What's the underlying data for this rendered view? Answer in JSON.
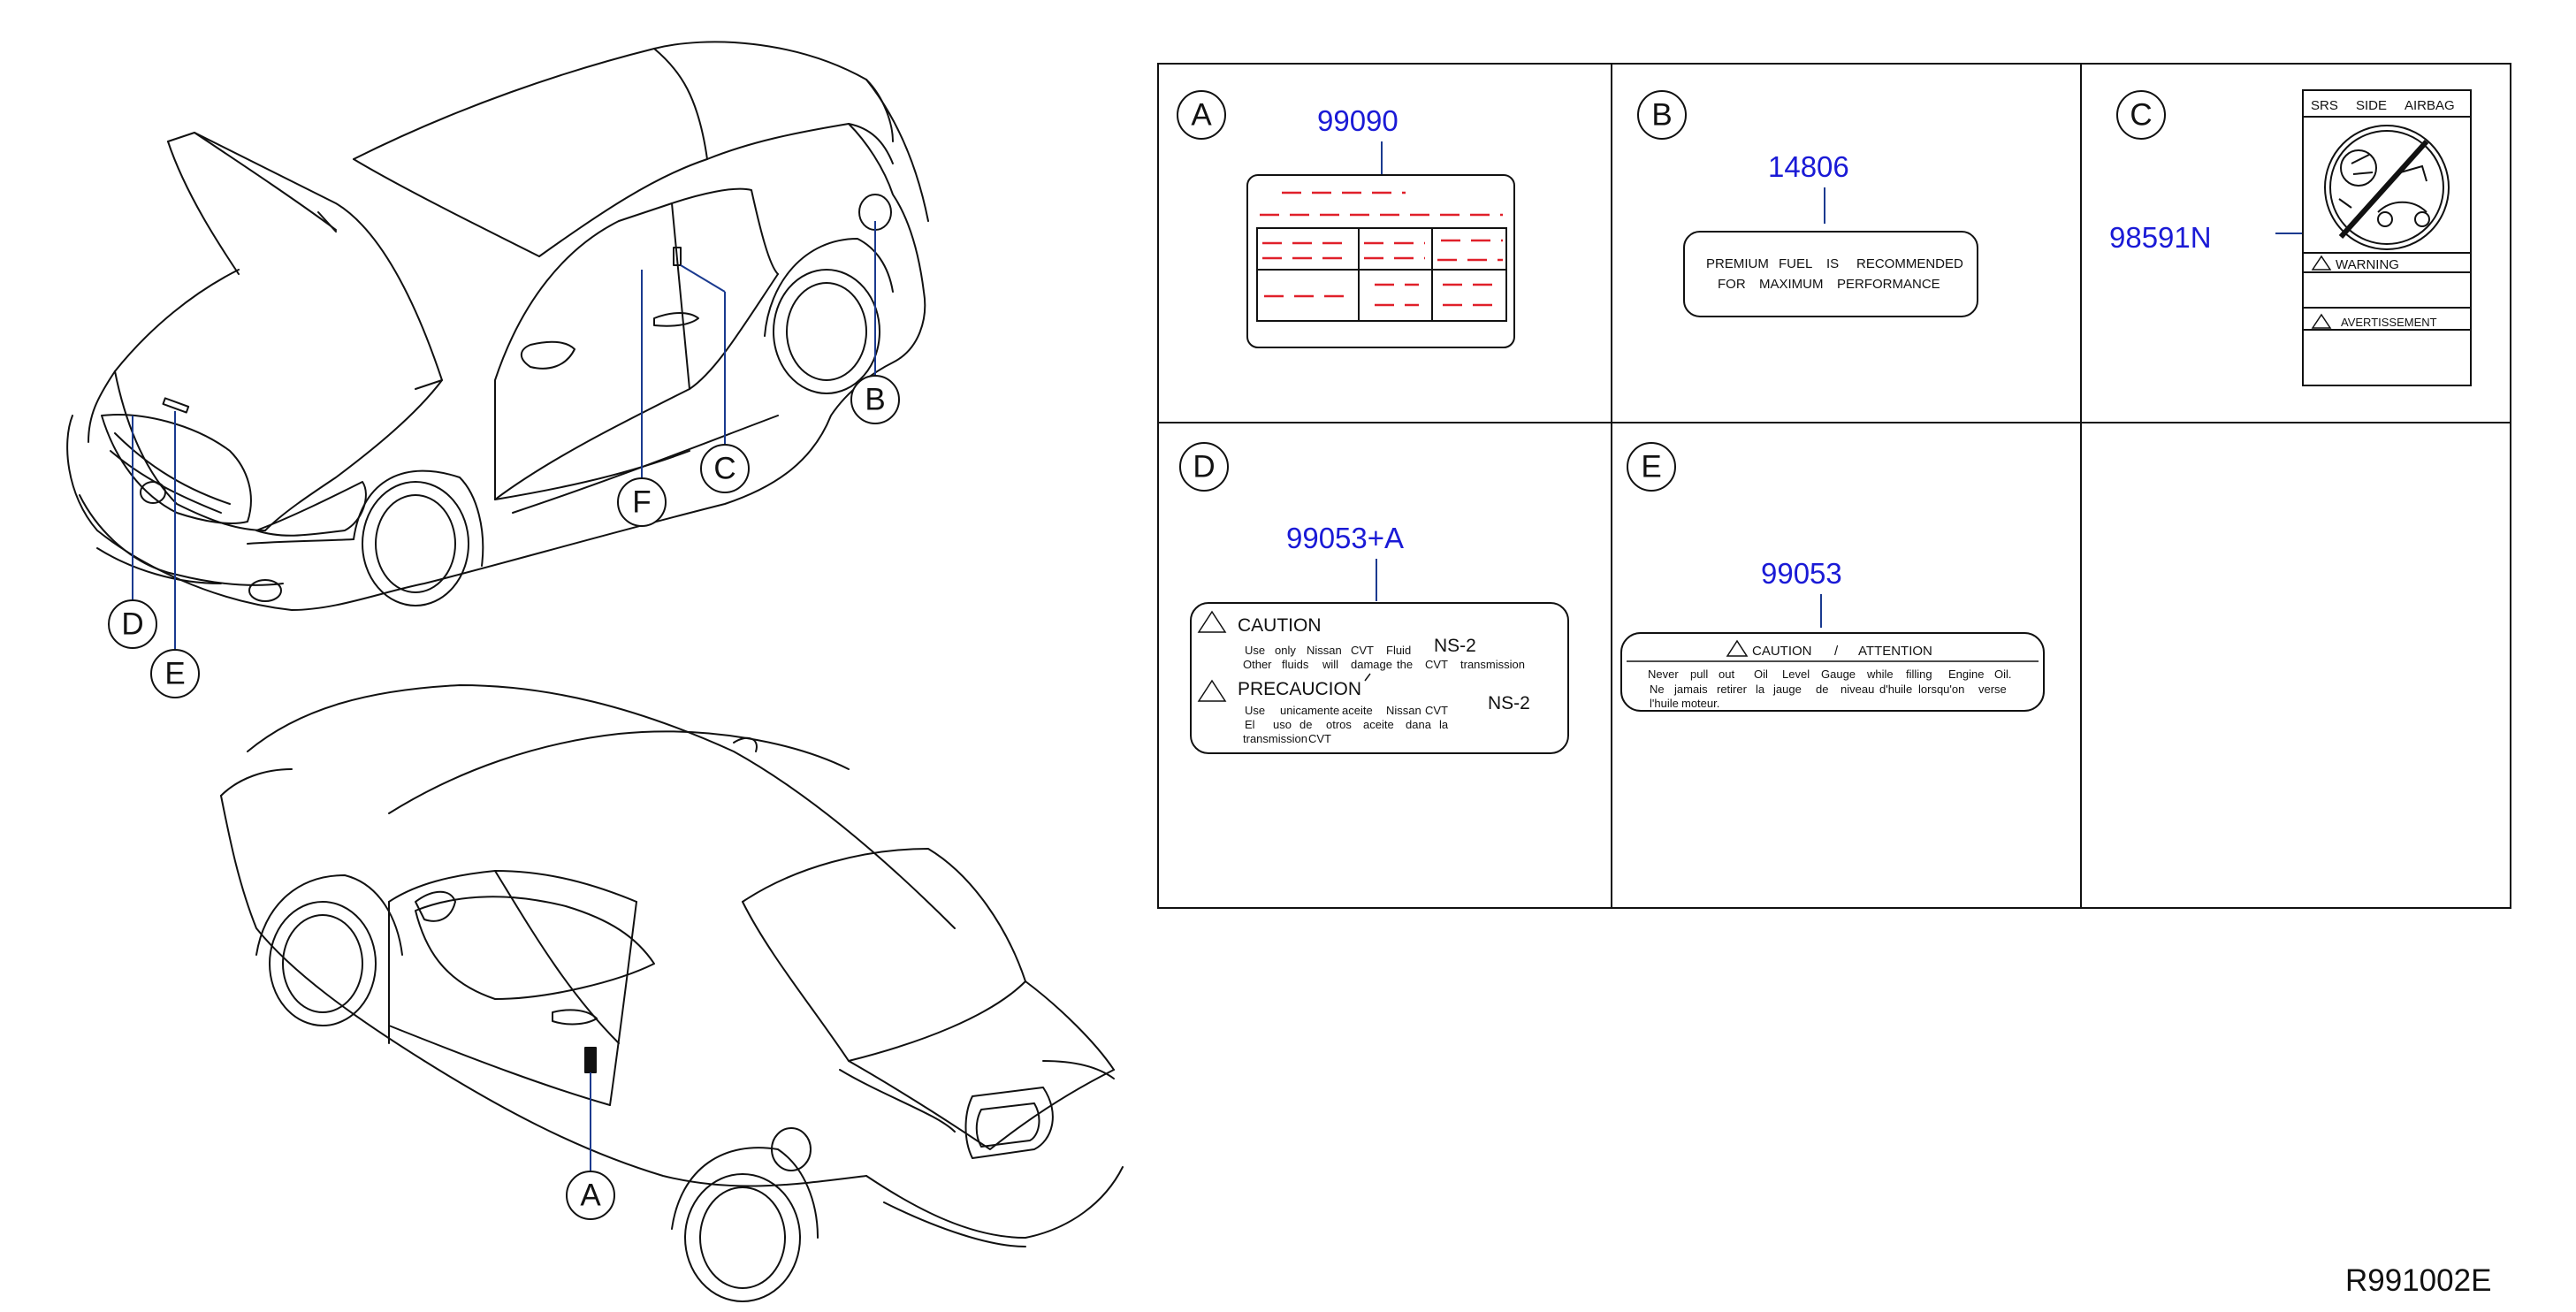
{
  "diagram_code": "R991002E",
  "car_callouts": [
    "A",
    "B",
    "C",
    "D",
    "E",
    "F"
  ],
  "panels": {
    "A": {
      "letter": "A",
      "part_number": "99090"
    },
    "B": {
      "letter": "B",
      "part_number": "14806",
      "line1": [
        "PREMIUM",
        "FUEL",
        "IS",
        "RECOMMENDED"
      ],
      "line2": [
        "FOR",
        "MAXIMUM",
        "PERFORMANCE"
      ]
    },
    "C": {
      "letter": "C",
      "part_number": "98591N",
      "header": [
        "SRS",
        "SIDE",
        "AIRBAG"
      ],
      "warning": "WARNING",
      "avertissement": "AVERTISSEMENT"
    },
    "D": {
      "letter": "D",
      "part_number": "99053+A",
      "caution": "CAUTION",
      "caution_line1": [
        "Use",
        "only",
        "Nissan",
        "CVT",
        "Fluid"
      ],
      "caution_line2": [
        "Other",
        "fluids",
        "will",
        "damage",
        "the",
        "CVT",
        "transmission"
      ],
      "ns_top": "NS-2",
      "precaucion": "PRECAUCION",
      "prec_line1": [
        "Use",
        "unicamente",
        "aceite",
        "Nissan",
        "CVT"
      ],
      "prec_line2": [
        "El",
        "uso",
        "de",
        "otros",
        "aceite",
        "dana",
        "la"
      ],
      "prec_line3": [
        "transmission",
        "CVT"
      ],
      "ns_bottom": "NS-2"
    },
    "E": {
      "letter": "E",
      "part_number": "99053",
      "title_left": "CAUTION",
      "title_sep": "/",
      "title_right": "ATTENTION",
      "line1": [
        "Never",
        "pull",
        "out",
        "Oil",
        "Level",
        "Gauge",
        "while",
        "filling",
        "Engine",
        "Oil."
      ],
      "line2": [
        "Ne",
        "jamais",
        "retirer",
        "la",
        "jauge",
        "de",
        "niveau",
        "d'huile",
        "lorsqu'on",
        "verse"
      ],
      "line3": [
        "l'huile",
        "moteur."
      ]
    }
  }
}
